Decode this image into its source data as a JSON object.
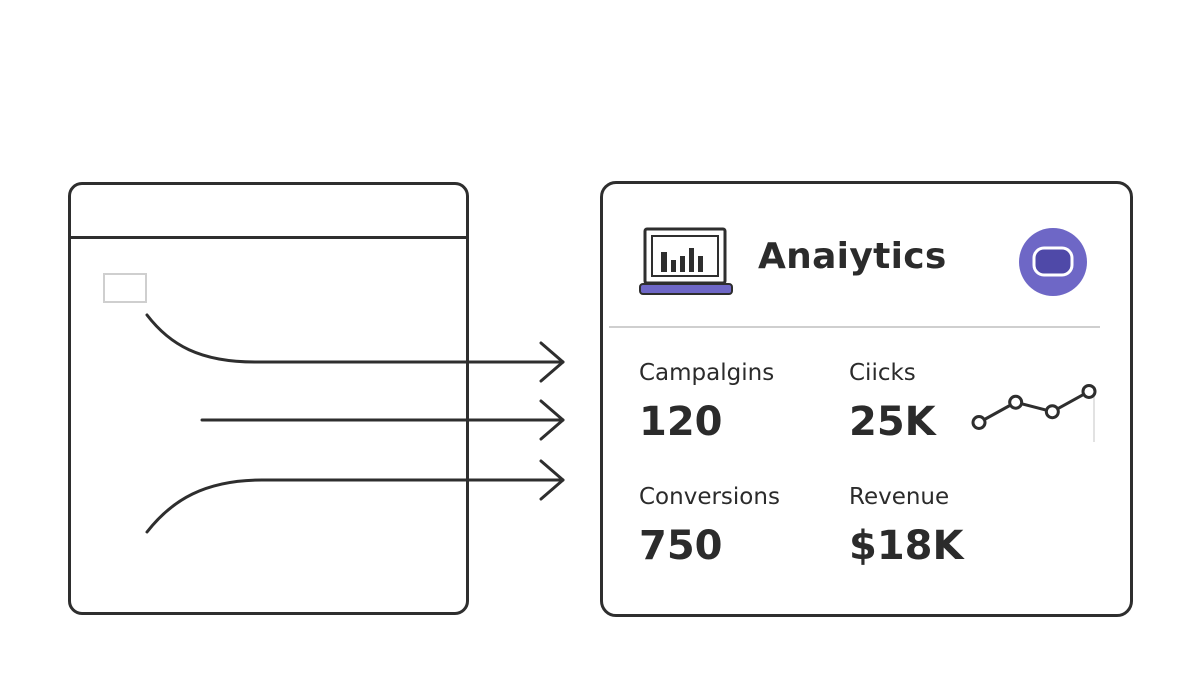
{
  "colors": {
    "stroke": "#2e2e2e",
    "window_dot": "#6b6b6b",
    "accent": "#6e67c6",
    "accent_inner": "#4f49a8",
    "divider": "#cfcfcf"
  },
  "browser": {
    "dots": [
      "window-dot",
      "window-dot",
      "window-dot"
    ]
  },
  "dashboard": {
    "title": "Anaiytics",
    "icon": "laptop-chart-icon",
    "badge_icon": "toggle-badge-icon",
    "metrics": [
      {
        "label": "Campalgins",
        "value": "120"
      },
      {
        "label": "Ciicks",
        "value": "25K"
      },
      {
        "label": "Conversions",
        "value": "750"
      },
      {
        "label": "Revenue",
        "value": "$18K"
      }
    ]
  },
  "chart_data": {
    "type": "line",
    "values": [
      1,
      2.5,
      1.8,
      3.3
    ],
    "ylim": [
      0,
      4
    ]
  }
}
